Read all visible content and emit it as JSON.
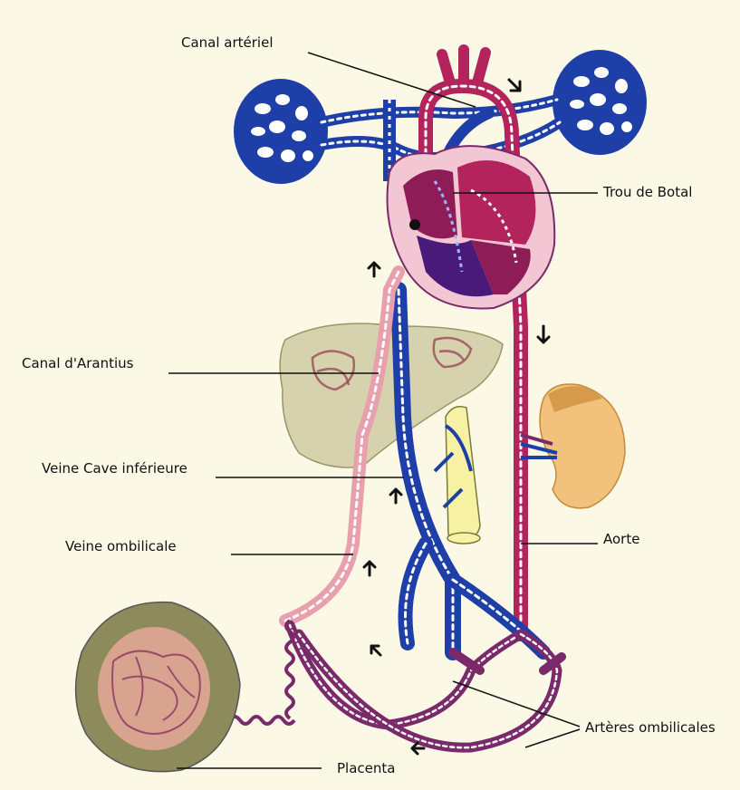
{
  "colors": {
    "background": "#fbf8e6",
    "vein_blue": "#1f3fa8",
    "artery_red": "#b3245c",
    "mixed_purple": "#7a2a6a",
    "umbilical_vein_pink": "#e8a0ac",
    "liver_fill": "#c9c59a",
    "placenta_outer": "#8d8a5c",
    "kidney": "#f2c27c",
    "gut_yellow": "#f6f1a3",
    "heart_pink": "#f2c7d3",
    "heart_inner": "#8e1c56"
  },
  "labels": {
    "canal_arteriel": "Canal artériel",
    "trou_de_botal": "Trou de Botal",
    "canal_arantius": "Canal d'Arantius",
    "veine_cave": "Veine Cave inférieure",
    "veine_ombilicale": "Veine ombilicale",
    "aorte": "Aorte",
    "arteres_ombilicales": "Artères ombilicales",
    "placenta": "Placenta"
  },
  "icons": [
    "flow-arrow-icon"
  ]
}
